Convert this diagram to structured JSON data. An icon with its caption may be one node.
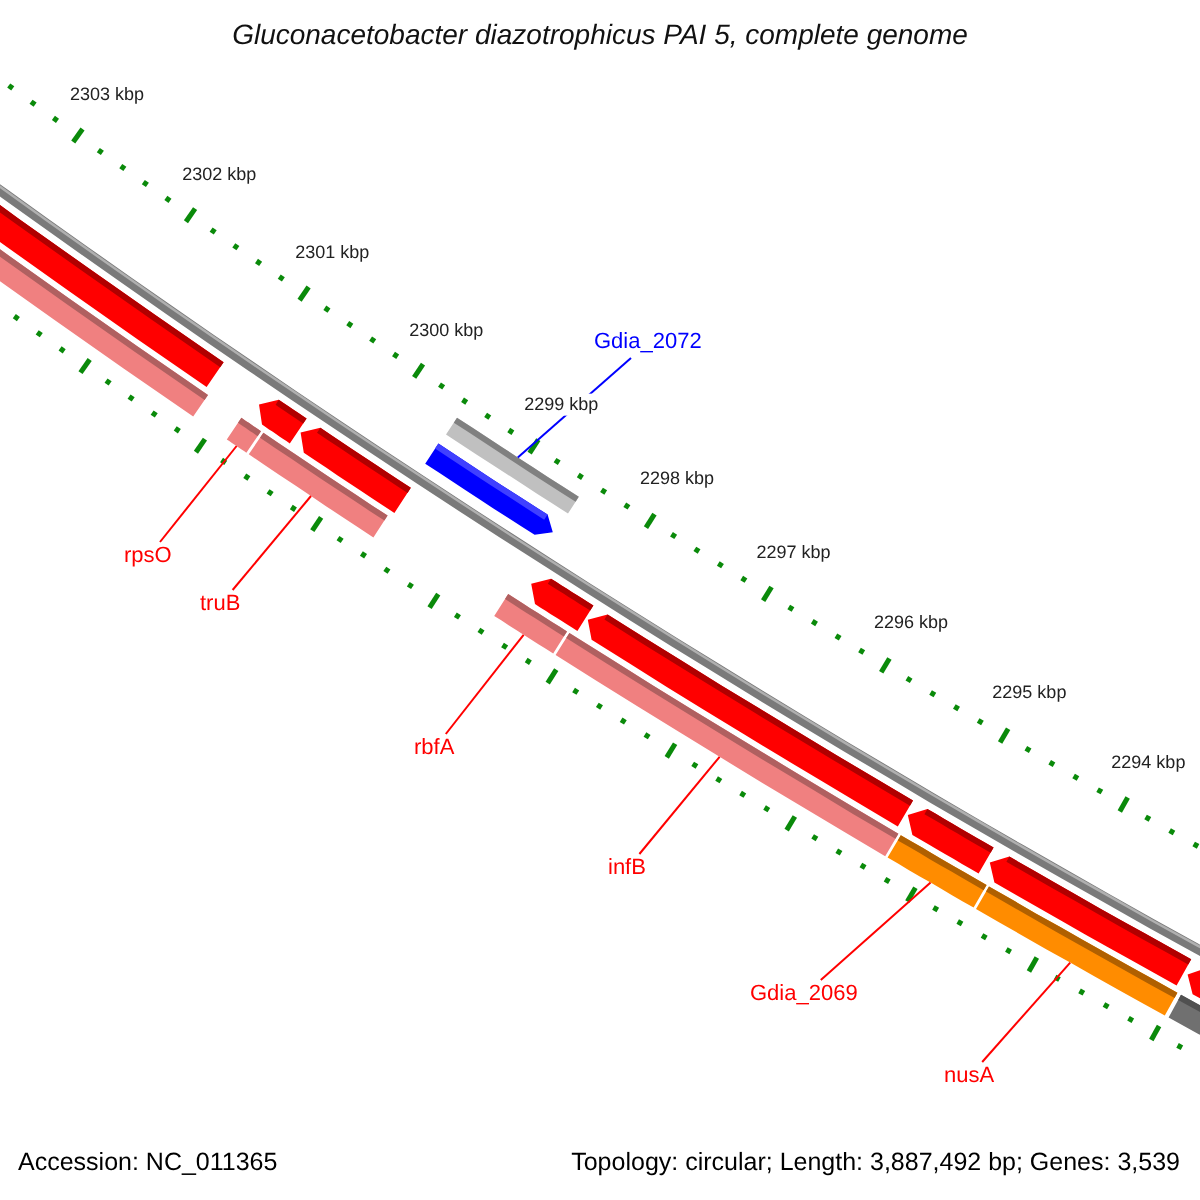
{
  "diagram": {
    "title": "Gluconacetobacter diazotrophicus PAI 5, complete genome",
    "nodes": [
      {
        "text": [
          "Gdia_2072"
        ]
      },
      {
        "text": [],
        "shape": "bar"
      },
      {
        "text": [
          "rpsO"
        ]
      },
      {
        "text": [],
        "shape": "bar"
      },
      {
        "text": [
          "truB"
        ]
      },
      {
        "text": [],
        "shape": "bar"
      },
      {
        "text": [
          "rbfA"
        ]
      },
      {
        "text": [],
        "shape": "bar"
      },
      {
        "text": [
          "infB"
        ]
      },
      {
        "text": [],
        "shape": "bar"
      },
      {
        "text": [
          "Gdia_2069"
        ]
      },
      {
        "text": [],
        "shape": "bar"
      },
      {
        "text": [
          "nusA"
        ]
      },
      {
        "text": [],
        "shape": "bar"
      }
    ],
    "edges": [
      {
        "from": 0,
        "to": 1,
        "arrow": "none",
        "color": "#0000ff"
      },
      {
        "from": 2,
        "to": 3,
        "arrow": "none"
      },
      {
        "from": 4,
        "to": 5,
        "arrow": "none"
      },
      {
        "from": 6,
        "to": 7,
        "arrow": "none"
      },
      {
        "from": 8,
        "to": 9,
        "arrow": "none"
      },
      {
        "from": 10,
        "to": 11,
        "arrow": "none"
      },
      {
        "from": 12,
        "to": 13,
        "arrow": "none"
      }
    ],
    "labels": [
      "2303 kbp",
      "2302 kbp",
      "2301 kbp",
      "2300 kbp",
      "2299 kbp",
      "2298 kbp",
      "2297 kbp",
      "2296 kbp",
      "2295 kbp",
      "2294 kbp",
      "Accession: NC_011365",
      "Topology: circular; Length: 3,887,492 bp; Genes: 3,539"
    ]
  }
}
